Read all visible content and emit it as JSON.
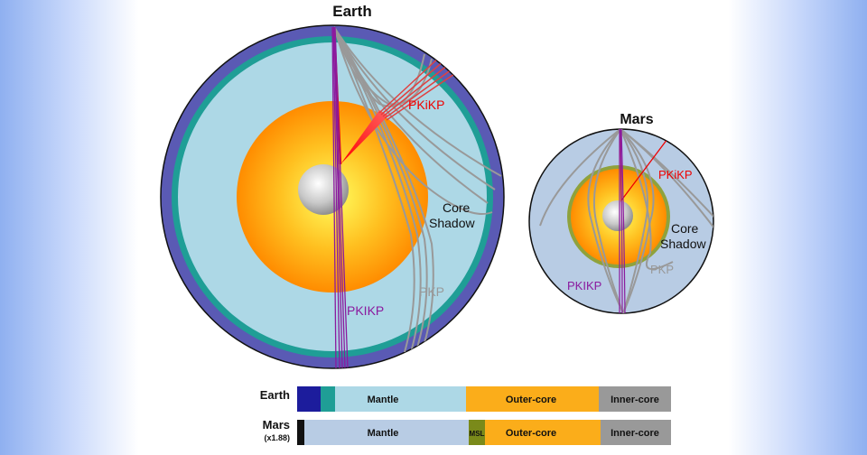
{
  "earth": {
    "title": "Earth",
    "labels": {
      "pkikp_reflected": "PKiKP",
      "core_shadow_line1": "Core",
      "core_shadow_line2": "Shadow",
      "pkp": "PKP",
      "pkikp": "PKIKP"
    }
  },
  "mars": {
    "title": "Mars",
    "labels": {
      "pkikp_reflected": "PKiKP",
      "core_shadow_line1": "Core",
      "core_shadow_line2": "Shadow",
      "pkp": "PKP",
      "pkikp": "PKIKP"
    }
  },
  "legend": {
    "earth_row": {
      "label": "Earth",
      "segments": {
        "mantle": "Mantle",
        "outer_core": "Outer-core",
        "inner_core": "Inner-core"
      }
    },
    "mars_row": {
      "label": "Mars",
      "scale": "(x1.88)",
      "segments": {
        "mantle": "Mantle",
        "msl": "MSL",
        "outer_core": "Outer-core",
        "inner_core": "Inner-core"
      }
    }
  },
  "colors": {
    "crust": "#5a5ab4",
    "upper_mantle": "#1f9e96",
    "mantle": "#add8e6",
    "mars_mantle": "#b8cce4",
    "outer_core": "#fbad1a",
    "inner_core": "#999999",
    "msl": "#7a8a1a",
    "pkikp": "#8b1a9e",
    "pkikp_reflected": "#ee0000",
    "pkp": "#999999"
  }
}
